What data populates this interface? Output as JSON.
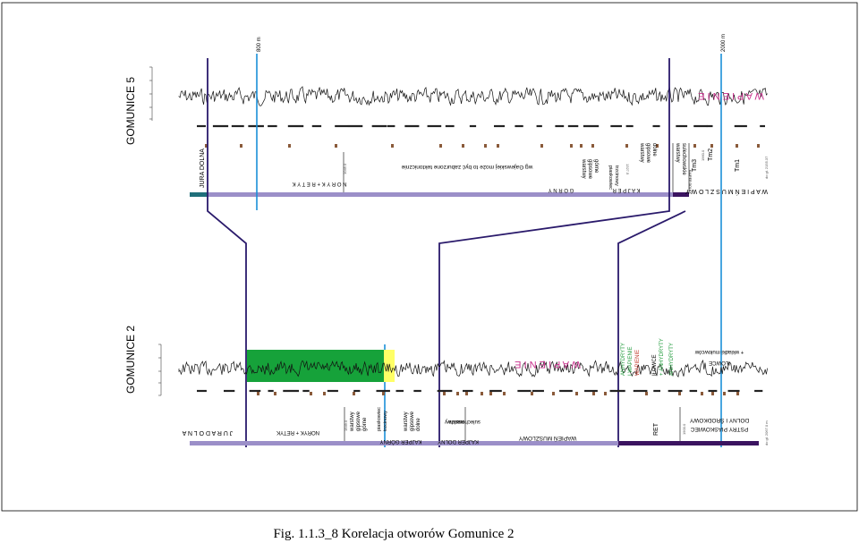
{
  "well_top": {
    "name": "GOMUNICE 5",
    "marker_800": "800 m",
    "marker_2000": "2000 m",
    "wapienie": "W A P I E N I E",
    "note": "wg Gajewskiej może to być zaburzone tektonicznie",
    "jura_dolna": "JURA DOLNA",
    "noryk_retyk": "N O R Y K + R E T Y K",
    "depth_1": "1045.0",
    "gorny": "G  O  R  N  Y",
    "kajper": "K  A  J  P  E  R",
    "warstwy_gipsowe_gorne": [
      "warstwy",
      "gipsowe",
      "górne"
    ],
    "piaskowiec_trzcinowy": [
      "piaskowiec",
      "trzcinowy"
    ],
    "depth_2": "1327.5",
    "warstwy_gipsowe_dolne": [
      "warstwy",
      "gipsowe",
      "dolne"
    ],
    "warstwy_sulechowskie": [
      "warstwy",
      "sulechowskie"
    ],
    "kajper_dolny": "KAJPER DOLNY",
    "tm3": "Tm3",
    "tm2": "Tm2",
    "tm1": "Tm1",
    "depth_3": "1960.0",
    "wapien_muszlowy": "W A P I E Ń   M U S Z L O W Y",
    "bottom_depth": "do gł. 2155.37"
  },
  "well_bottom": {
    "name": "GOMUNICE 2",
    "jura_dolna": "J U R A   D O L N A",
    "noryk_retyk": "NORYK + RETYK",
    "depth_1": "1549.0",
    "kajper_gorny": "KAJPER GÓRNY",
    "warstwy_gipsowe_gorne": [
      "warstwy",
      "gipsowe",
      "górne"
    ],
    "piaskowiec_trzcinowy": [
      "piaskowiec",
      "trzcinowy"
    ],
    "warstwy_gipsowe_dolne": [
      "warstwy",
      "gipsowe",
      "dolne"
    ],
    "kajper_dolny": "KAJPER DOLNY",
    "warstwy_sulechowskie": [
      "warstwy",
      "sulechowskie"
    ],
    "wapienie": "W A P I E N I E",
    "wapien_muszlowy": "WAPIEŃ MUSZLOWY",
    "anhydryty_1": [
      "ANHYDRYTY",
      "I WAPIENIE",
      "WAPIENIE"
    ],
    "ilowce": [
      "IŁOWCE",
      "+ ANHYDRYTY"
    ],
    "anhydryty_2": "ANHYDRYTY",
    "ret": "RET",
    "ilowce_2": [
      "IŁOWCE",
      "+ wkładki mułowców"
    ],
    "depth_2": "1900.0",
    "pstry": [
      "PSTRY PIASKOWIEC",
      "DOLNY I ŚRODKOWY"
    ],
    "bottom_depth": "do gł. 2067.0 m"
  },
  "caption": "Fig. 1.1.3_8 Korelacja otworów Gomunice 2",
  "colors": {
    "blue_line": "#1a8fd8",
    "purple_line": "#2a1a6b",
    "green_block": "#16a23a",
    "yellow_block": "#ffff66",
    "teal_bar": "#1f6f7a",
    "lavender_bar": "#9b8fc8",
    "dark_purple_bar": "#3b1460",
    "pink_text": "#c8308c",
    "green_text": "#1f9a3a",
    "red_text": "#c0392b"
  }
}
